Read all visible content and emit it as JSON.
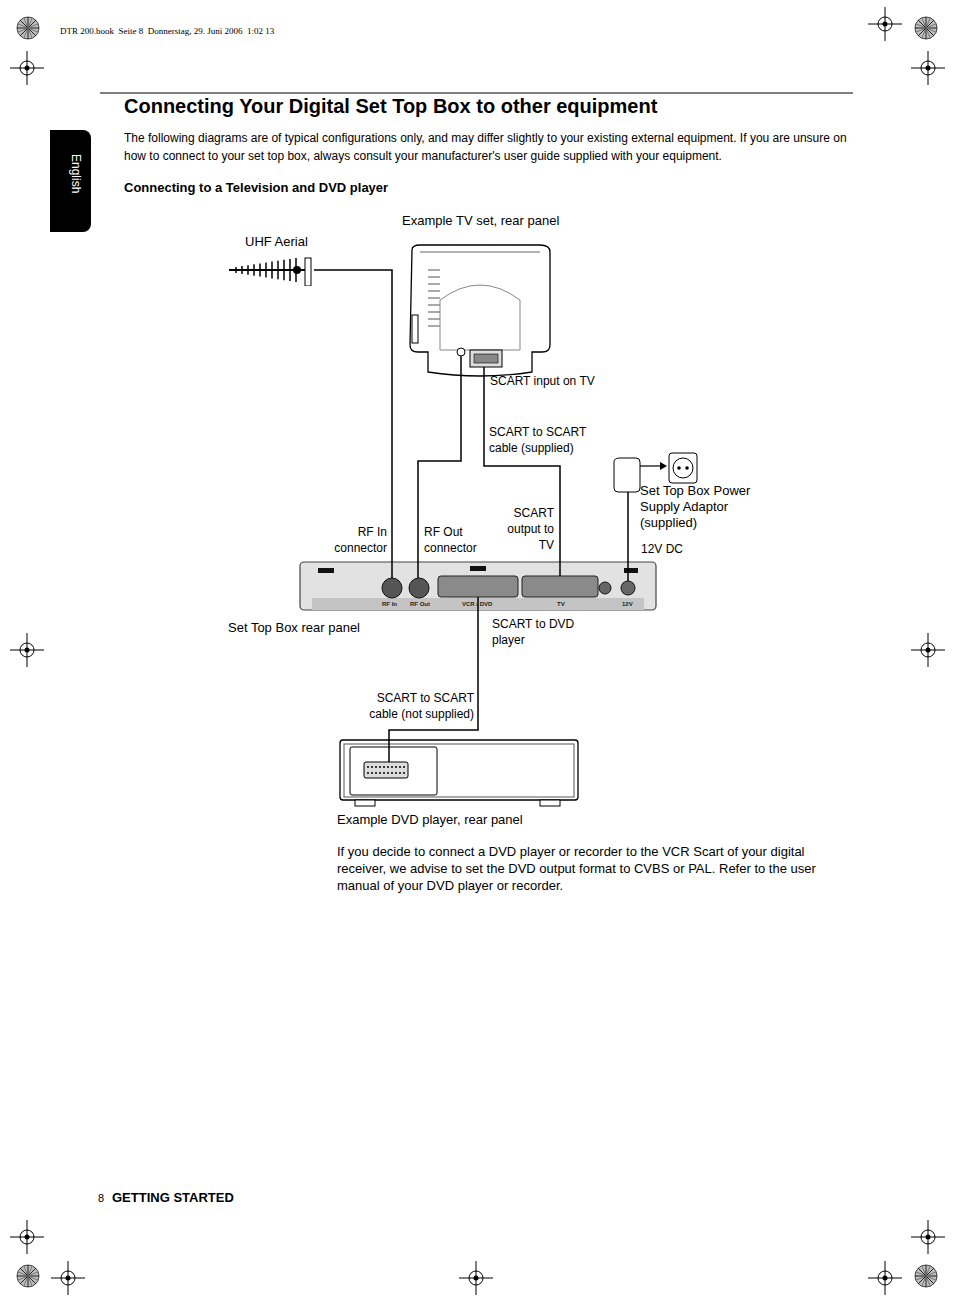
{
  "diagram": {
    "title": "Connecting Your Digital Set Top Box to other equipment",
    "nodes": [
      {
        "text": [
          "UHF Aerial"
        ]
      },
      {
        "text": [
          "Example TV set, rear panel"
        ]
      },
      {
        "text": [
          "Set Top Box rear panel"
        ]
      },
      {
        "text": [
          "Example DVD player, rear panel"
        ]
      },
      {
        "text": [
          "Set Top Box Power Supply Adaptor (supplied)"
        ]
      }
    ],
    "edges": [
      {
        "from": 0,
        "to": 2,
        "arrow": "none"
      },
      {
        "from": 2,
        "to": 1,
        "arrow": "none"
      },
      {
        "from": 2,
        "to": 1,
        "label": "SCART to SCART cable (supplied)",
        "arrow": "none"
      },
      {
        "from": 2,
        "to": 3,
        "label": "SCART to SCART cable (not supplied)",
        "arrow": "none"
      },
      {
        "from": 4,
        "to": 2,
        "arrow": "none"
      }
    ],
    "labels": [
      "DTR 200.book  Seite 8  Donnerstag, 29. Juni 2006  1:02 13",
      "English",
      "The following diagrams are of typical configurations only, and may differ slightly to your existing external equipment. If you are unsure on how to connect to your set top box, always consult your manufacturer's user guide supplied with your equipment.",
      "Connecting to a Television and DVD player",
      "SCART input on TV",
      "RF In connector",
      "RF Out connector",
      "SCART output to TV",
      "12V DC",
      "RF In",
      "RF Out",
      "VCR / DVD",
      "TV",
      "12V",
      "SCART to DVD player",
      "If you decide to connect a DVD player or recorder to the VCR Scart of your digital receiver, we advise to set the DVD output format to CVBS or PAL. Refer to the user manual of your DVD player or recorder.",
      "8",
      "GETTING STARTED"
    ]
  }
}
